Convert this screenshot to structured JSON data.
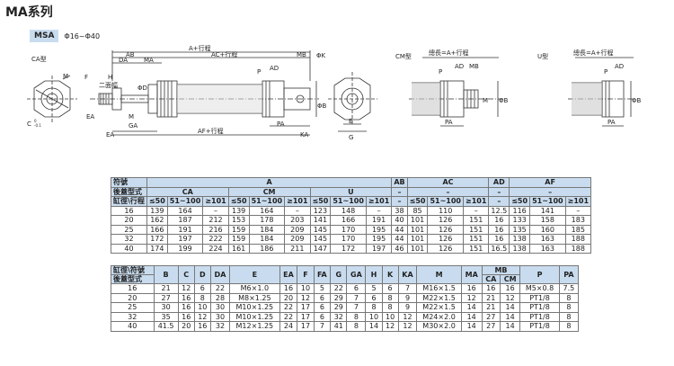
{
  "page": {
    "title": "MA系列",
    "badge": "MSA",
    "range": "Φ16~Φ40"
  },
  "drawing": {
    "ca_label": "CA型",
    "cm_label": "CM型",
    "u_label": "U型",
    "dims": {
      "a": "A+行程",
      "ab": "AB",
      "ac": "AC+行程",
      "mb": "MB",
      "da": "DA",
      "ma": "MA",
      "ad": "AD",
      "p": "P",
      "phik": "ΦK",
      "f": "F",
      "h": "H",
      "width_across_flats": "二面幅",
      "d": "ΦD",
      "m": "M",
      "ea": "EA",
      "ga": "GA",
      "pa": "PA",
      "af": "AF+行程",
      "ka": "KA",
      "phib": "ΦB",
      "e": "E",
      "g": "G",
      "c": "C",
      "c_tol": "-0.1",
      "c_tol_top": "0",
      "total_len": "總長=A+行程"
    }
  },
  "table1": {
    "header1": [
      "符號",
      "A",
      "AB",
      "AC",
      "AD",
      "AF"
    ],
    "header2": [
      "後蓋型式",
      "CA",
      "CM",
      "U",
      "–",
      "–",
      "–",
      "–"
    ],
    "header3": [
      "缸徑\\行程",
      "≤50",
      "51~100",
      "≥101",
      "≤50",
      "51~100",
      "≥101",
      "≤50",
      "51~100",
      "≥101",
      "–",
      "≤50",
      "51~100",
      "≥101",
      "–",
      "≤50",
      "51~100",
      "≥101"
    ],
    "rows": [
      [
        "16",
        "139",
        "164",
        "–",
        "139",
        "164",
        "–",
        "123",
        "148",
        "–",
        "38",
        "85",
        "110",
        "–",
        "12.5",
        "116",
        "141",
        "–"
      ],
      [
        "20",
        "162",
        "187",
        "212",
        "153",
        "178",
        "203",
        "141",
        "166",
        "191",
        "40",
        "101",
        "126",
        "151",
        "16",
        "133",
        "158",
        "183"
      ],
      [
        "25",
        "166",
        "191",
        "216",
        "159",
        "184",
        "209",
        "145",
        "170",
        "195",
        "44",
        "101",
        "126",
        "151",
        "16",
        "135",
        "160",
        "185"
      ],
      [
        "32",
        "172",
        "197",
        "222",
        "159",
        "184",
        "209",
        "145",
        "170",
        "195",
        "44",
        "101",
        "126",
        "151",
        "16",
        "138",
        "163",
        "188"
      ],
      [
        "40",
        "174",
        "199",
        "224",
        "161",
        "186",
        "211",
        "147",
        "172",
        "197",
        "46",
        "101",
        "126",
        "151",
        "16.5",
        "138",
        "163",
        "188"
      ]
    ]
  },
  "table2": {
    "corner_top": "缸徑\\符號",
    "corner_bottom": "後蓋型式",
    "headers": [
      "B",
      "C",
      "D",
      "DA",
      "E",
      "EA",
      "F",
      "FA",
      "G",
      "GA",
      "H",
      "K",
      "KA",
      "M",
      "MA",
      "MB",
      "P",
      "PA"
    ],
    "mb_sub": [
      "CA",
      "CM"
    ],
    "rows": [
      [
        "16",
        "21",
        "12",
        "6",
        "22",
        "M6×1.0",
        "16",
        "10",
        "5",
        "22",
        "6",
        "5",
        "6",
        "7",
        "M16×1.5",
        "16",
        "16",
        "16",
        "M5×0.8",
        "7.5"
      ],
      [
        "20",
        "27",
        "16",
        "8",
        "28",
        "M8×1.25",
        "20",
        "12",
        "6",
        "29",
        "7",
        "6",
        "8",
        "9",
        "M22×1.5",
        "12",
        "21",
        "12",
        "PT1/8",
        "8"
      ],
      [
        "25",
        "30",
        "16",
        "10",
        "30",
        "M10×1.25",
        "22",
        "17",
        "6",
        "29",
        "7",
        "8",
        "8",
        "9",
        "M22×1.5",
        "14",
        "21",
        "14",
        "PT1/8",
        "8"
      ],
      [
        "32",
        "35",
        "16",
        "12",
        "30",
        "M10×1.25",
        "22",
        "17",
        "6",
        "32",
        "8",
        "10",
        "10",
        "12",
        "M24×2.0",
        "14",
        "27",
        "14",
        "PT1/8",
        "8"
      ],
      [
        "40",
        "41.5",
        "20",
        "16",
        "32",
        "M12×1.25",
        "24",
        "17",
        "7",
        "41",
        "8",
        "14",
        "12",
        "12",
        "M30×2.0",
        "14",
        "27",
        "14",
        "PT1/8",
        "8"
      ]
    ]
  }
}
